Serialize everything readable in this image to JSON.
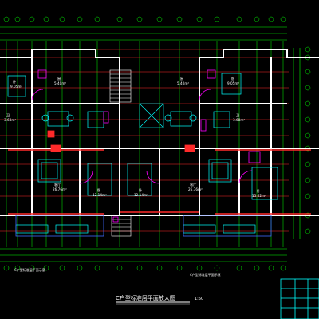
{
  "drawing": {
    "title": "C户型标准层平面放大图",
    "scale": "1:50",
    "left_note": "C户型标准层平面示意",
    "right_note": "C户型标准层平面示意"
  },
  "rooms": {
    "upper_left": "卧",
    "upper_left_area": "9.05m²",
    "kitchen_left": "厨",
    "kitchen_left_area": "5.40m²",
    "bath_left": "卫",
    "bath_left_area": "3.68m²",
    "upper_right": "卧",
    "upper_right_area": "9.05m²",
    "kitchen_right": "厨",
    "kitchen_right_area": "5.40m²",
    "bath_right": "卫",
    "bath_right_area": "3.68m²",
    "living_left": "客厅",
    "living_left_area": "26.76m²",
    "bed_center_left": "卧",
    "bed_center_left_area": "12.14m²",
    "bed_center_right": "卧",
    "bed_center_right_area": "12.14m²",
    "living_right": "客厅",
    "living_right_area": "26.76m²",
    "bed_far_right": "卧",
    "bed_far_right_area": "15.62m²"
  },
  "colors": {
    "background": "#000000",
    "axis": "#ff2a2a",
    "grid": "#00ff00",
    "wall": "#ffffff",
    "furniture": "#00ffff",
    "fixtures": "#ff00ff",
    "dimension": "#00ff00",
    "text": "#ffffff",
    "titleblock": "#00ffff"
  }
}
